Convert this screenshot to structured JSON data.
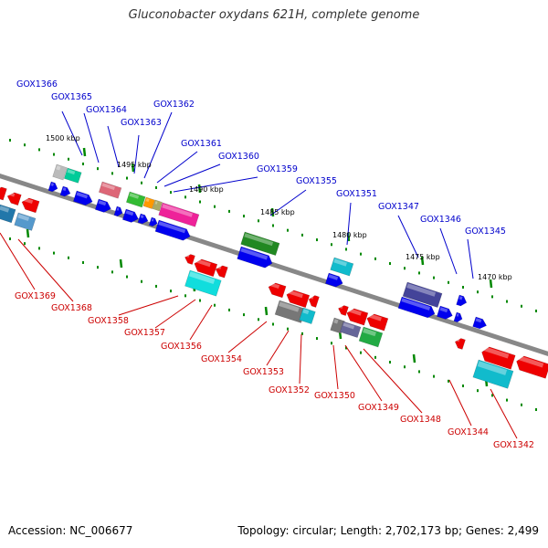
{
  "title": "Gluconobacter oxydans 621H, complete genome",
  "footer": {
    "accession": "Accession: NC_006677",
    "summary": "Topology: circular; Length: 2,702,173 bp; Genes: 2,499"
  },
  "colors": {
    "backbone": "#888888",
    "ticks": "#008800",
    "label_top": "#0000cc",
    "label_bottom": "#cc0000",
    "gene_forward": "#0000ee",
    "gene_reverse": "#ee0000"
  },
  "scale": {
    "ticks": [
      "1500 kbp",
      "1495 kbp",
      "1490 kbp",
      "1485 kbp",
      "1480 kbp",
      "1475 kbp",
      "1470 kbp"
    ]
  },
  "genes": {
    "top_labels": [
      "GOX1366",
      "GOX1365",
      "GOX1364",
      "GOX1363",
      "GOX1362",
      "GOX1361",
      "GOX1360",
      "GOX1359",
      "GOX1355",
      "GOX1351",
      "GOX1347",
      "GOX1346",
      "GOX1345"
    ],
    "bottom_labels": [
      "GOX1369",
      "GOX1368",
      "GOX1358",
      "GOX1357",
      "GOX1356",
      "GOX1354",
      "GOX1353",
      "GOX1352",
      "GOX1350",
      "GOX1349",
      "GOX1348",
      "GOX1344",
      "GOX1342"
    ]
  }
}
